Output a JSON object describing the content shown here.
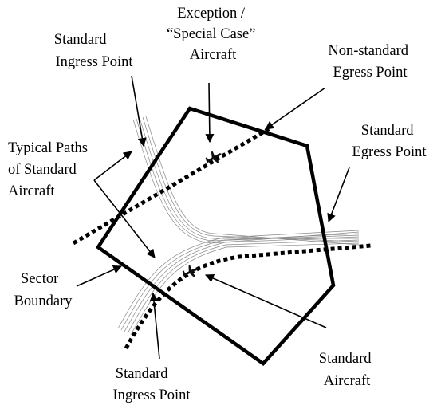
{
  "labels": {
    "exception_l1": "Exception /",
    "exception_l2": "“Special Case”",
    "exception_l3": "Aircraft",
    "std_ingress_top_l1": "Standard",
    "std_ingress_top_l2": "Ingress Point",
    "nonstd_egress_l1": "Non-standard",
    "nonstd_egress_l2": "Egress Point",
    "std_egress_l1": "Standard",
    "std_egress_l2": "Egress Point",
    "typical_paths_l1": "Typical Paths",
    "typical_paths_l2": "of Standard",
    "typical_paths_l3": "Aircraft",
    "sector_l1": "Sector",
    "sector_l2": "Boundary",
    "std_ingress_bottom_l1": "Standard",
    "std_ingress_bottom_l2": "Ingress Point",
    "std_aircraft_l1": "Standard",
    "std_aircraft_l2": "Aircraft"
  },
  "icons": [
    "aircraft-icon",
    "arrowhead-icon"
  ],
  "colors": {
    "ink": "#000000",
    "path": "#888888"
  }
}
